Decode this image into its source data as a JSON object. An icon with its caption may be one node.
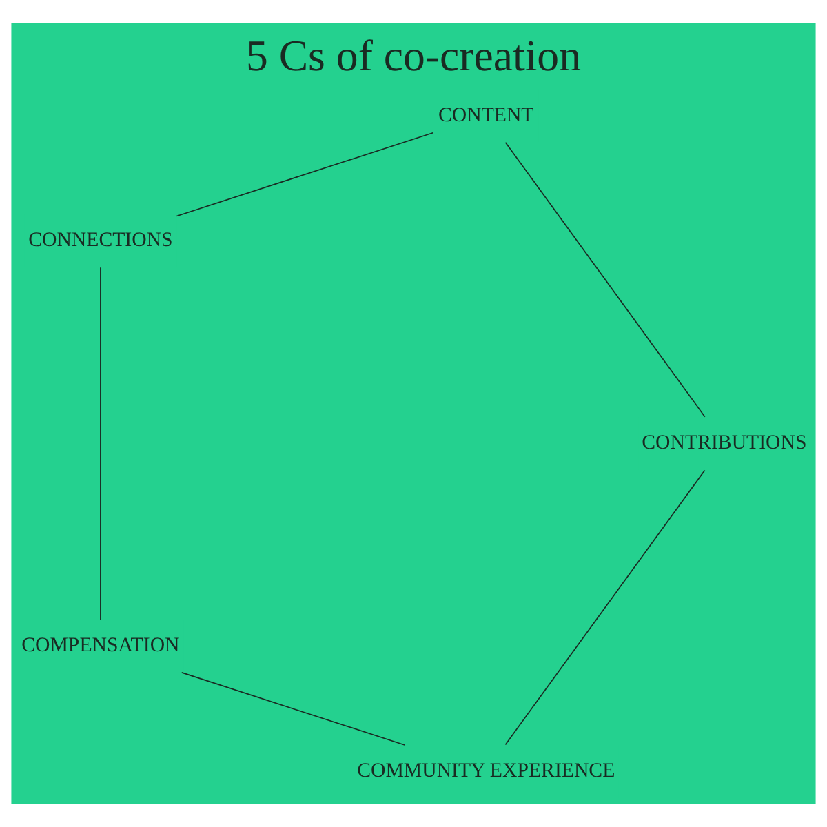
{
  "diagram": {
    "title": "5 Cs of co-creation",
    "nodes": [
      {
        "text": [
          "COMMUNITY EXPERIENCE"
        ]
      },
      {
        "text": [
          "CONTRIBUTIONS"
        ]
      },
      {
        "text": [
          "COMPENSATION"
        ]
      },
      {
        "text": [
          "CONTENT"
        ]
      },
      {
        "text": [
          "CONNECTIONS"
        ]
      }
    ],
    "edges": [
      {
        "from": 0,
        "to": 2,
        "arrow": "none"
      },
      {
        "from": 2,
        "to": 4,
        "arrow": "none"
      },
      {
        "from": 4,
        "to": 3,
        "arrow": "none"
      },
      {
        "from": 3,
        "to": 1,
        "arrow": "none"
      },
      {
        "from": 1,
        "to": 0,
        "arrow": "none"
      }
    ]
  }
}
